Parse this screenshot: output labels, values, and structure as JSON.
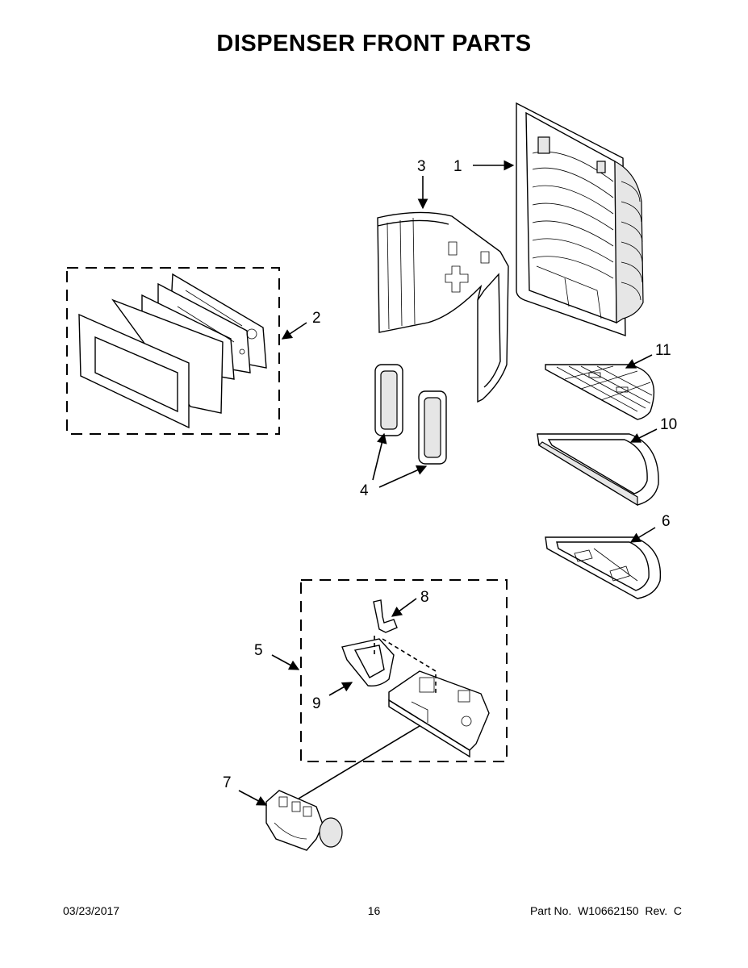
{
  "page": {
    "title": "DISPENSER FRONT PARTS",
    "footer": {
      "date": "03/23/2017",
      "page_number": "16",
      "part_no": "Part No.  W10662150  Rev.  C"
    }
  },
  "callouts": [
    {
      "id": "1",
      "label": "1"
    },
    {
      "id": "2",
      "label": "2"
    },
    {
      "id": "3",
      "label": "3"
    },
    {
      "id": "4",
      "label": "4"
    },
    {
      "id": "5",
      "label": "5"
    },
    {
      "id": "6",
      "label": "6"
    },
    {
      "id": "7",
      "label": "7"
    },
    {
      "id": "8",
      "label": "8"
    },
    {
      "id": "9",
      "label": "9"
    },
    {
      "id": "10",
      "label": "10"
    },
    {
      "id": "11",
      "label": "11"
    }
  ]
}
